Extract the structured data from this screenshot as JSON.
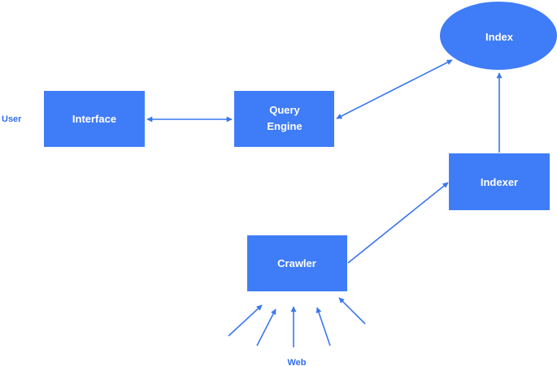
{
  "diagram": {
    "external_labels": {
      "user": "User",
      "web": "Web"
    },
    "nodes": {
      "interface": "Interface",
      "query_engine_line1": "Query",
      "query_engine_line2": "Engine",
      "index": "Index",
      "indexer": "Indexer",
      "crawler": "Crawler"
    },
    "colors": {
      "node_fill": "#3f7cf7",
      "edge": "#3a77ee",
      "label_text": "#2f6fef"
    }
  }
}
